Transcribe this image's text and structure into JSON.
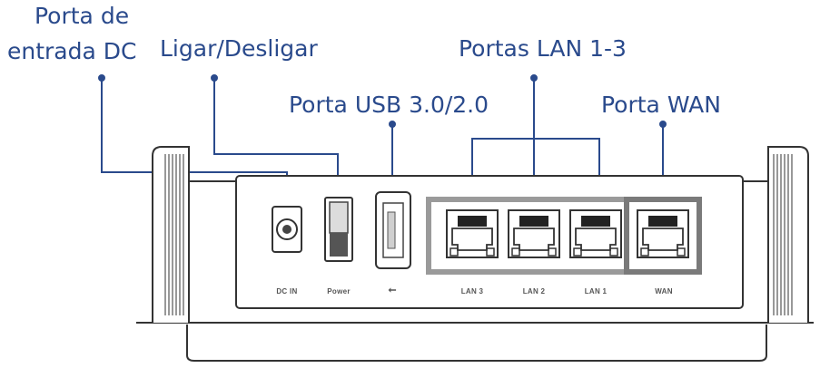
{
  "callouts": {
    "dc_line1": "Porta de",
    "dc_line2": "entrada DC",
    "power": "Ligar/Desligar",
    "usb": "Porta USB 3.0/2.0",
    "lan": "Portas LAN 1-3",
    "wan": "Porta WAN"
  },
  "port_labels": {
    "dc": "DC IN",
    "power": "Power",
    "usb_symbol": "⭠",
    "lan3": "LAN 3",
    "lan2": "LAN 2",
    "lan1": "LAN 1",
    "wan": "WAN"
  },
  "colors": {
    "callout_text": "#2a4a8c",
    "leader": "#2a4a8c",
    "outline": "#333333",
    "lan_frame": "#9a9a9a",
    "wan_frame": "#7a7a7a"
  }
}
